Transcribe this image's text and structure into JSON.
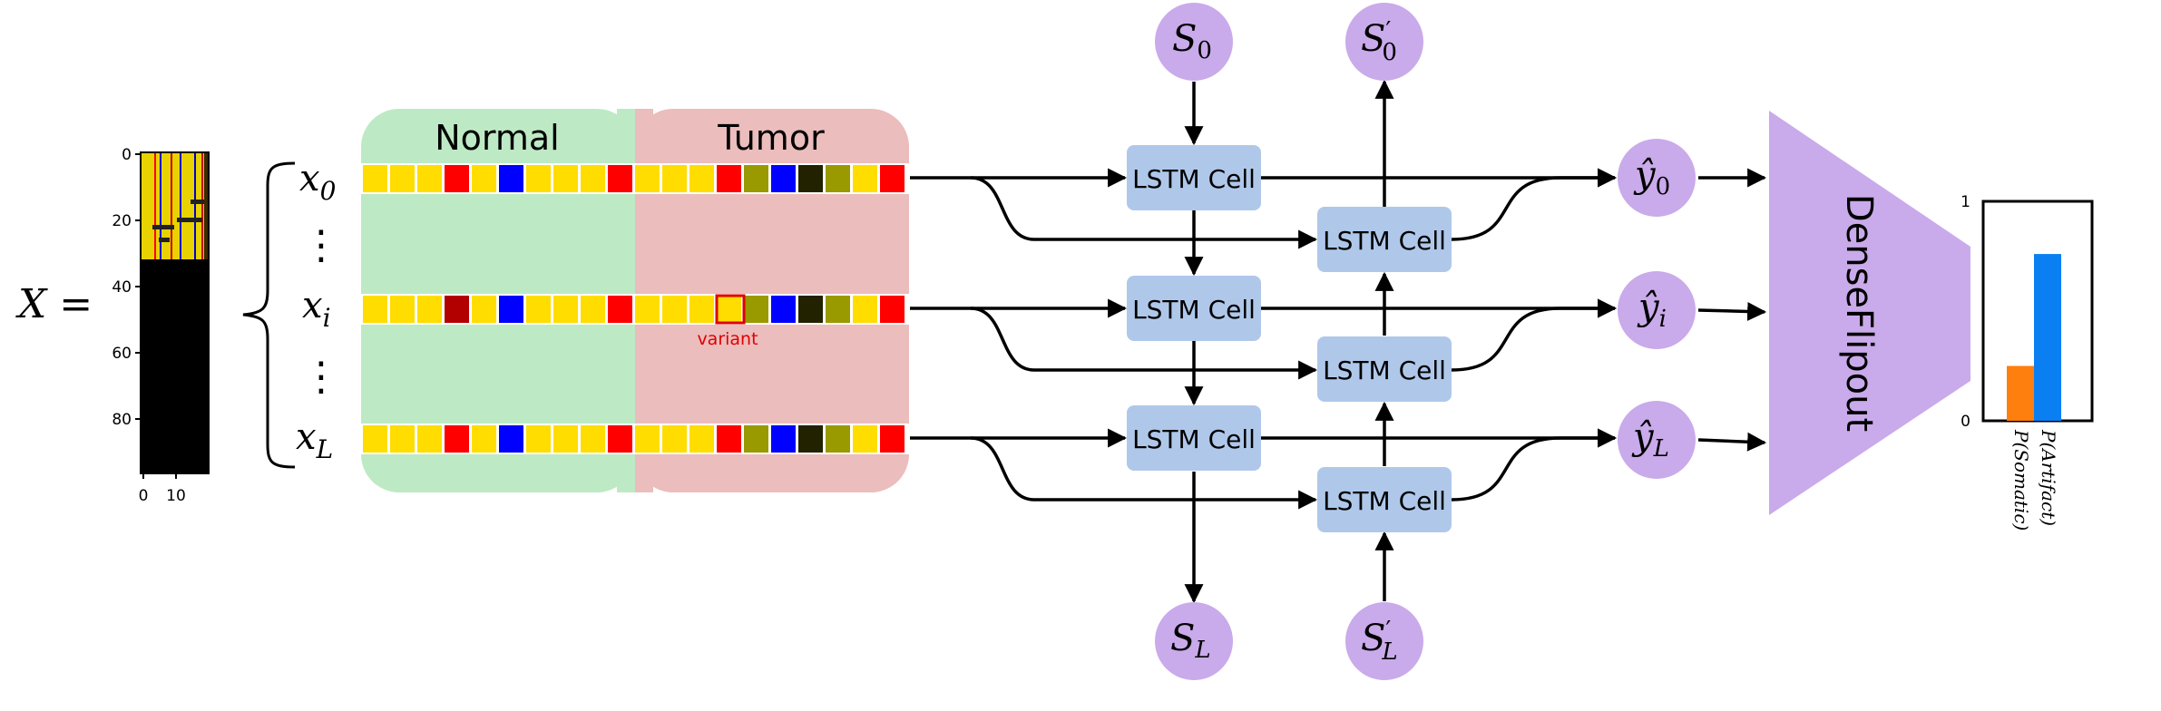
{
  "input": {
    "x_label": "X =",
    "heatmap_yticks": [
      "0",
      "20",
      "40",
      "60",
      "80"
    ],
    "heatmap_xticks": [
      "0",
      "10"
    ],
    "brace_rows": [
      "x",
      "x",
      "x"
    ],
    "brace_subscripts": [
      "0",
      "i",
      "L"
    ],
    "vdots": "⋮"
  },
  "regions": {
    "normal_label": "Normal",
    "tumor_label": "Tumor",
    "variant_label": "variant"
  },
  "lstm": {
    "cell_label": "LSTM Cell"
  },
  "states": {
    "S": "S",
    "sub0": "0",
    "subL": "L",
    "prime": "′"
  },
  "outputs": {
    "y": "ŷ",
    "subs": [
      "0",
      "i",
      "L"
    ]
  },
  "dense": {
    "label": "DenseFlipout"
  },
  "chart_data": {
    "type": "bar",
    "categories": [
      "P(Somatic)",
      "P(Artifact)"
    ],
    "values": [
      0.25,
      0.76
    ],
    "ylim": [
      0,
      1
    ],
    "yticks": [
      "0",
      "1"
    ],
    "colors": [
      "#ff7f0e",
      "#0a7ff2"
    ]
  },
  "colors": {
    "normal_bg": "#bdeac4",
    "tumor_bg": "#ebbdbc",
    "cell": "#afc8ea",
    "state": "#c9aaea",
    "dense": "#c9aaea",
    "yellow": "#ffdd00",
    "red": "#ff0000",
    "darkred": "#b20000",
    "blue": "#0000ff",
    "olive": "#999900",
    "black": "#222200"
  }
}
